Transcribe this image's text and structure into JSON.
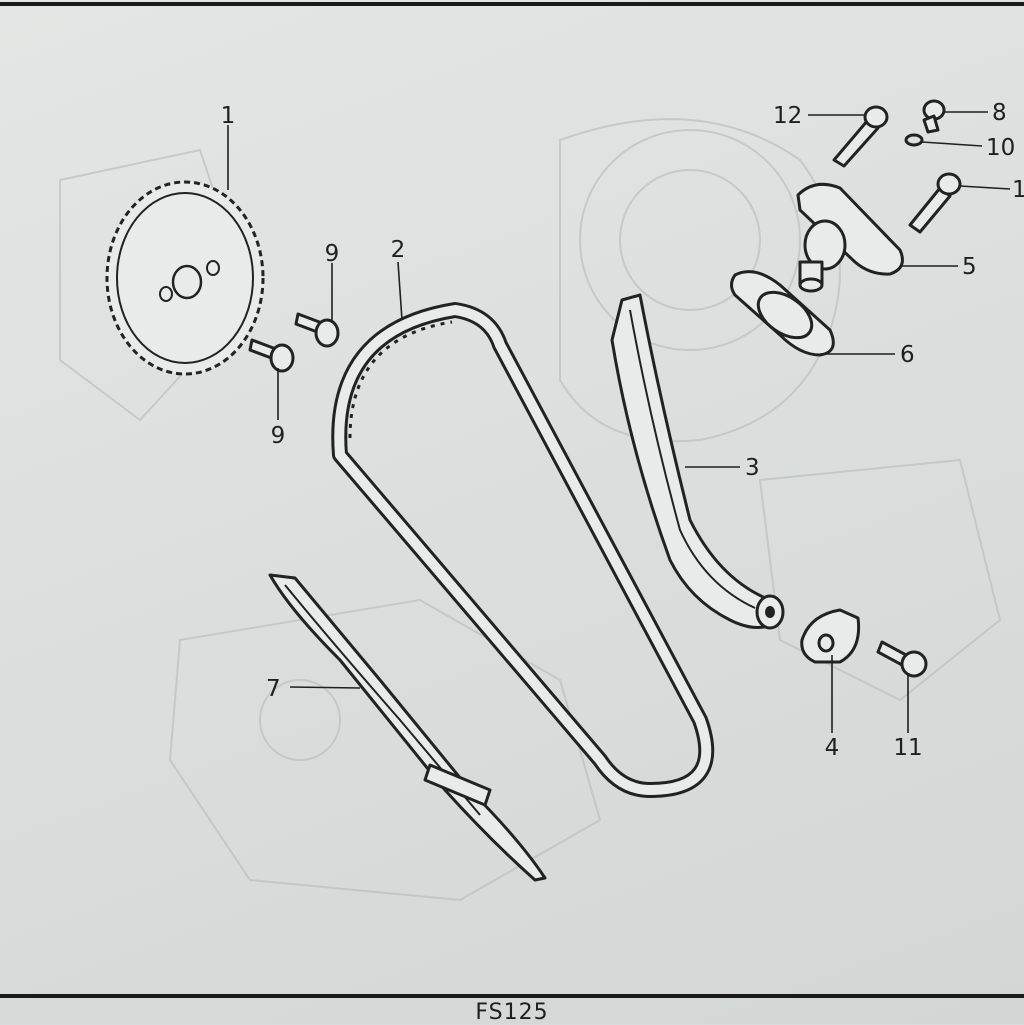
{
  "diagram": {
    "model_code": "FS125",
    "callouts": [
      {
        "id": "c1",
        "text": "1"
      },
      {
        "id": "c2",
        "text": "2"
      },
      {
        "id": "c3",
        "text": "3"
      },
      {
        "id": "c4",
        "text": "4"
      },
      {
        "id": "c5",
        "text": "5"
      },
      {
        "id": "c6",
        "text": "6"
      },
      {
        "id": "c7",
        "text": "7"
      },
      {
        "id": "c8",
        "text": "8"
      },
      {
        "id": "c9a",
        "text": "9"
      },
      {
        "id": "c9b",
        "text": "9"
      },
      {
        "id": "c10",
        "text": "10"
      },
      {
        "id": "c11",
        "text": "11"
      },
      {
        "id": "c12",
        "text": "12"
      },
      {
        "id": "c1b",
        "text": "1"
      }
    ]
  }
}
